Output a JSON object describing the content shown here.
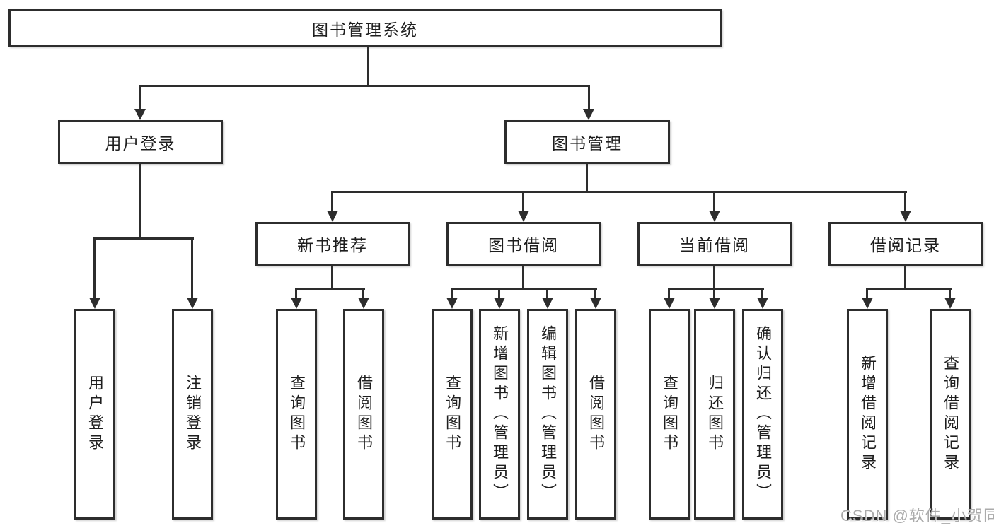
{
  "root": {
    "label": "图书管理系统"
  },
  "user_login": {
    "label": "用户登录",
    "children": [
      {
        "label": "用户登录"
      },
      {
        "label": "注销登录"
      }
    ]
  },
  "book_mgmt": {
    "label": "图书管理",
    "children": [
      {
        "label": "新书推荐",
        "children": [
          {
            "label": "查询图书"
          },
          {
            "label": "借阅图书"
          }
        ]
      },
      {
        "label": "图书借阅",
        "children": [
          {
            "label": "查询图书"
          },
          {
            "label": "新增图书（管理员）"
          },
          {
            "label": "编辑图书（管理员）"
          },
          {
            "label": "借阅图书"
          }
        ]
      },
      {
        "label": "当前借阅",
        "children": [
          {
            "label": "查询图书"
          },
          {
            "label": "归还图书"
          },
          {
            "label": "确认归还（管理员）"
          }
        ]
      },
      {
        "label": "借阅记录",
        "children": [
          {
            "label": "新增借阅记录"
          },
          {
            "label": "查询借阅记录"
          }
        ]
      }
    ]
  },
  "watermark": {
    "text": "CSDN @软件_小贺同学"
  },
  "colors": {
    "line": "#2d2d2d",
    "text": "#1e1e1e",
    "watermark": "#ababab",
    "background": "#ffffff"
  }
}
